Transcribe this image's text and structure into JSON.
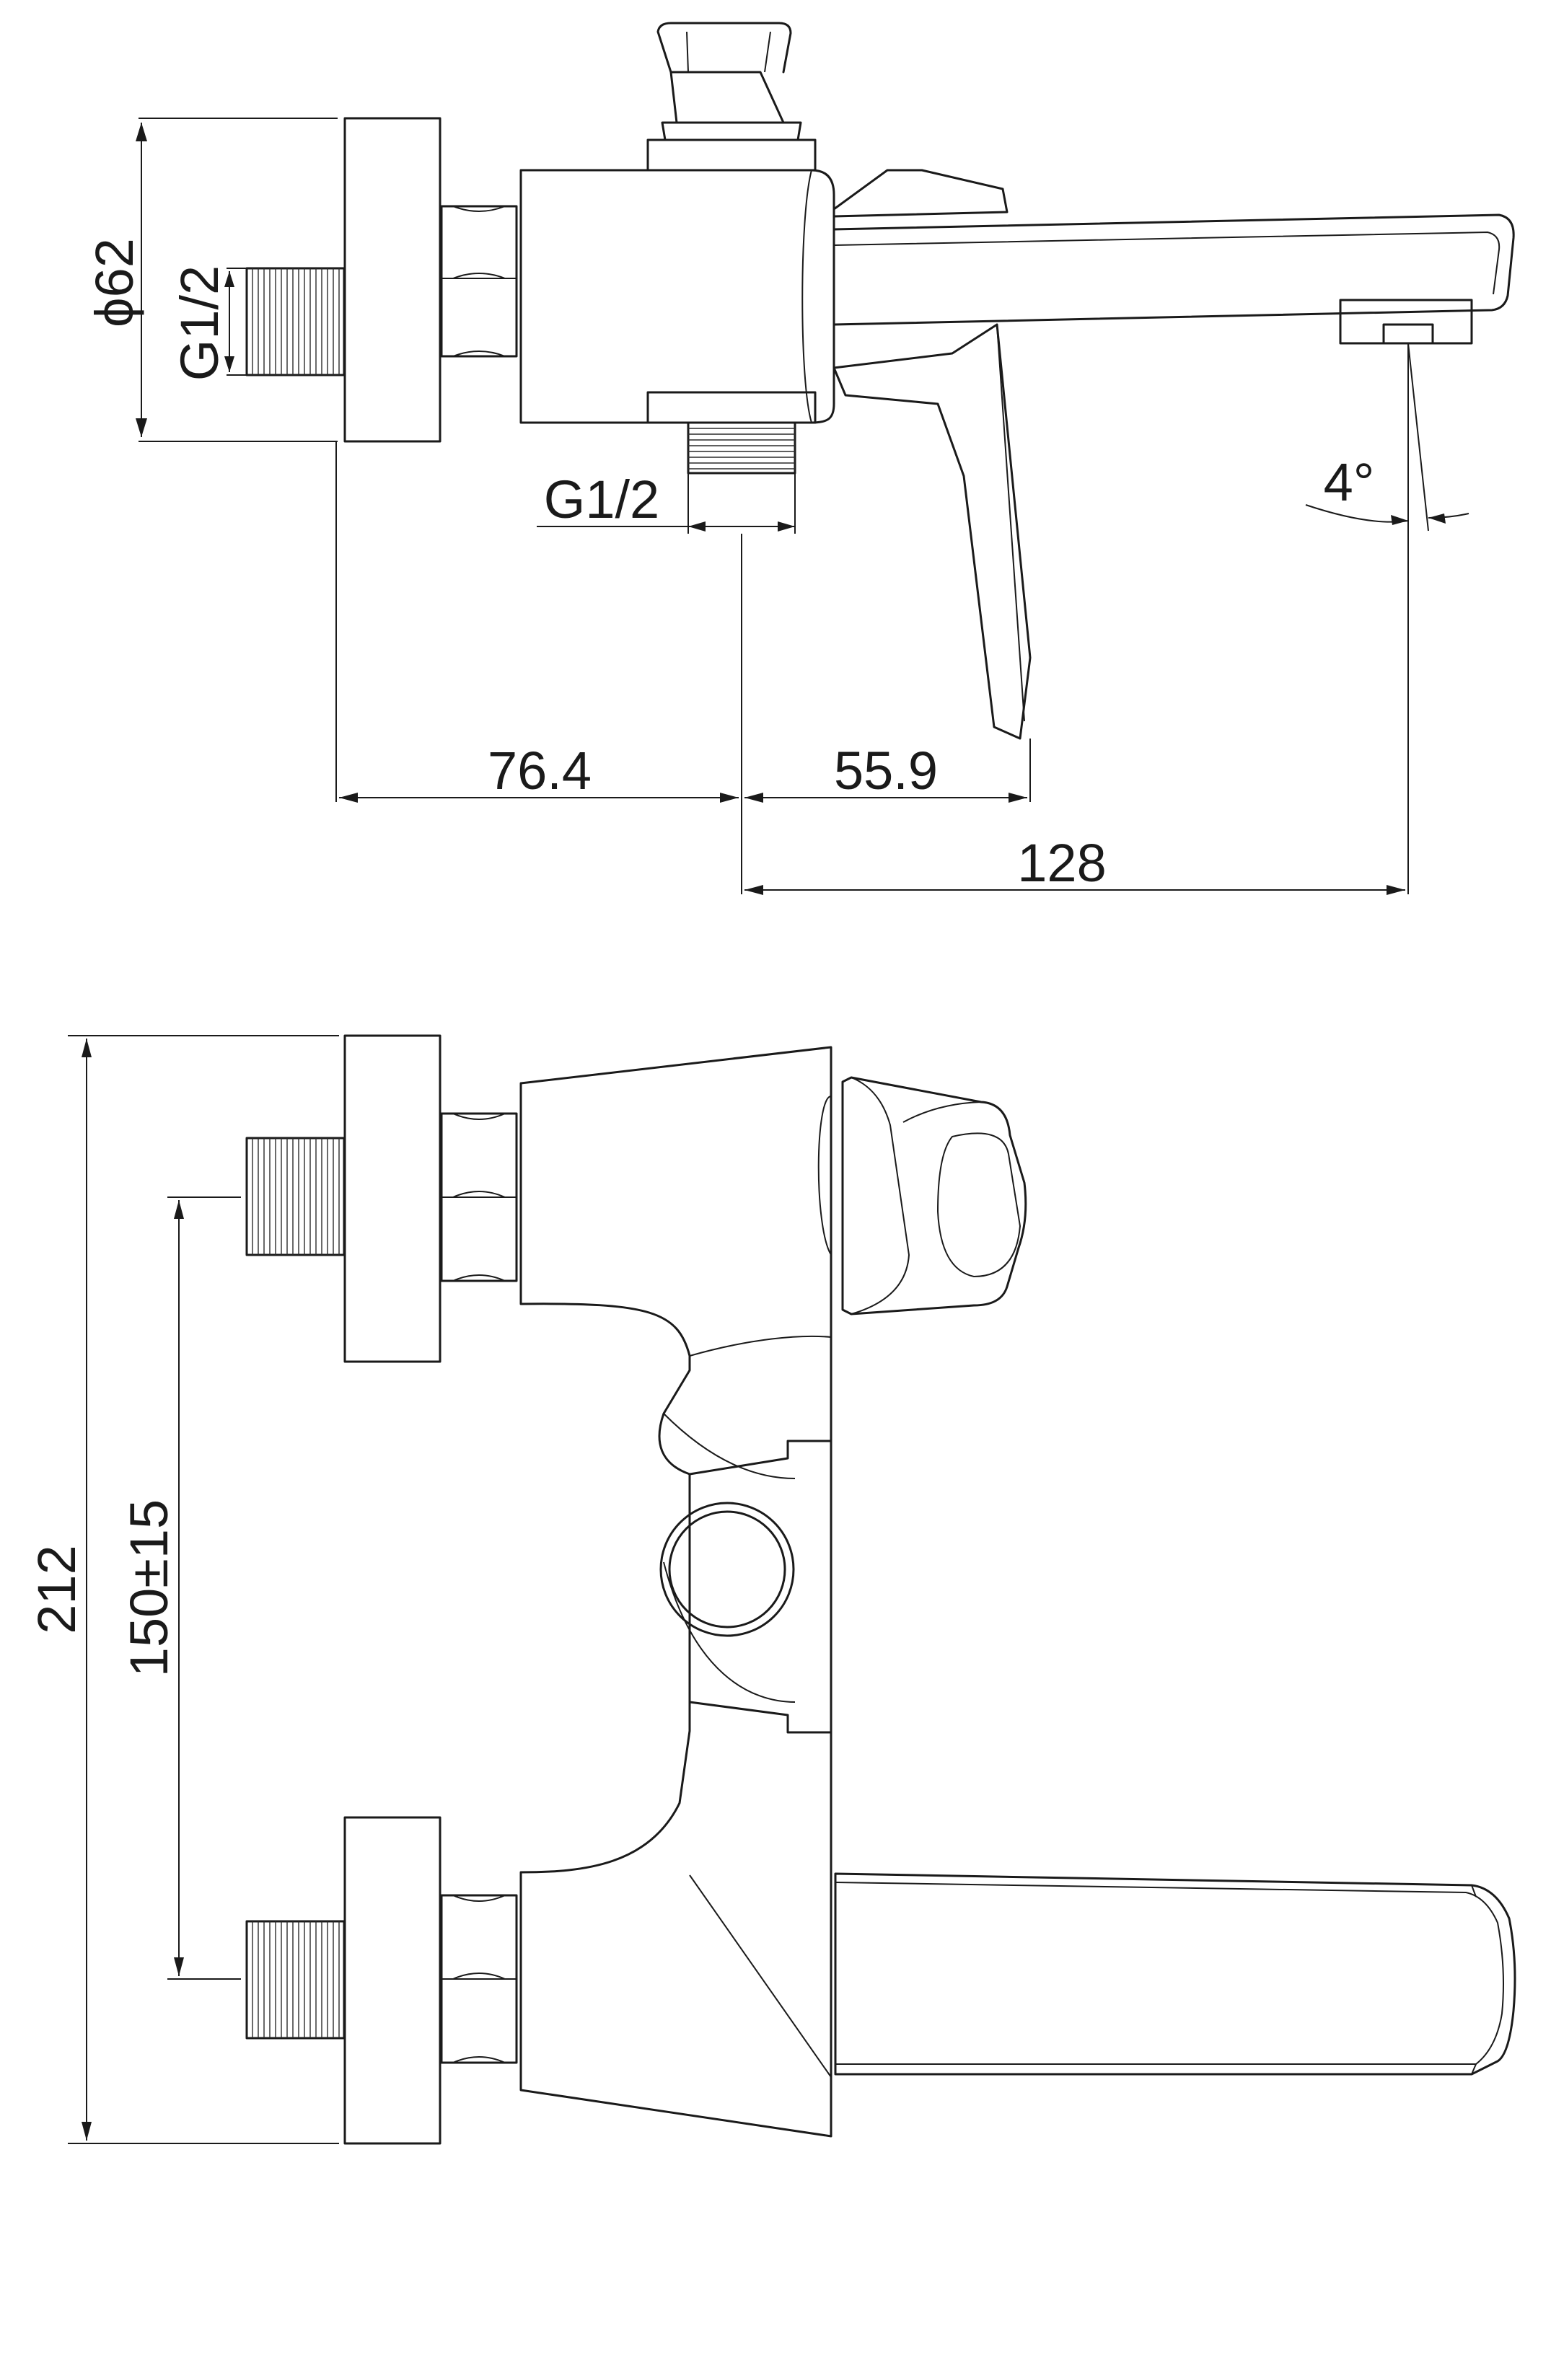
{
  "colors": {
    "line": "#1a1a1a",
    "background": "#ffffff"
  },
  "top_view": {
    "dim_diameter": "ϕ62",
    "dim_thread_left": "G1/2",
    "dim_thread_outlet": "G1/2",
    "dim_angle": "4°",
    "dim_wall_to_outlet": "76.4",
    "dim_outlet_to_lever": "55.9",
    "dim_outlet_to_spout": "128"
  },
  "front_view": {
    "dim_total_height": "212",
    "dim_center_distance": "150±15"
  }
}
